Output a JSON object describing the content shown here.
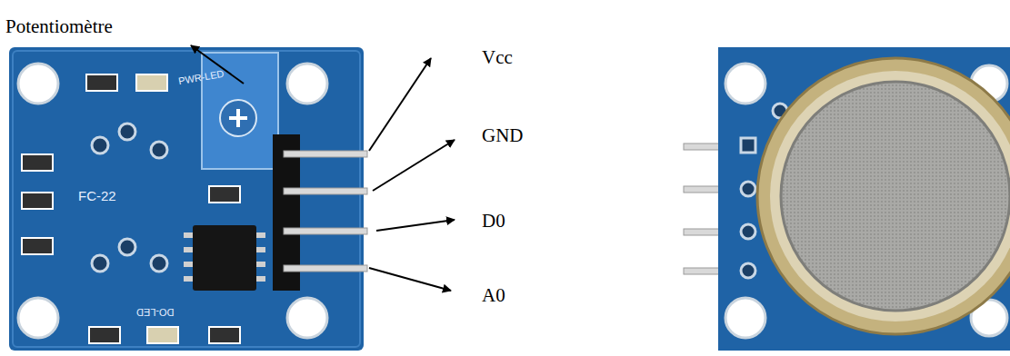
{
  "diagram": {
    "labels": [
      "Potentiomètre",
      "Vcc",
      "GND",
      "D0",
      "A0",
      "FC-22",
      "PWR-LED",
      "DO-LED"
    ]
  }
}
